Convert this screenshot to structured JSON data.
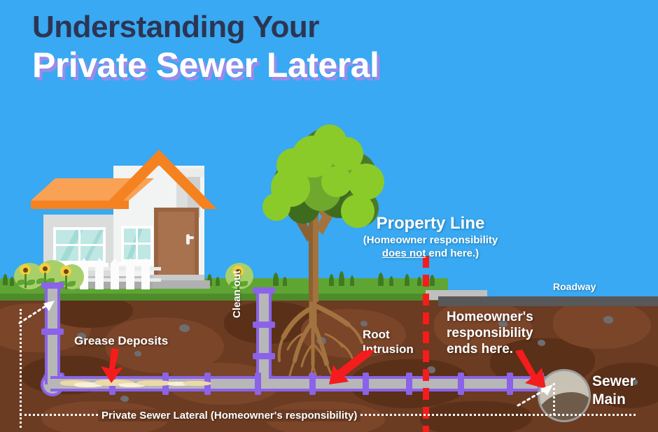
{
  "title": {
    "line1": "Understanding Your",
    "line2": "Private Sewer Lateral"
  },
  "colors": {
    "sky": "#38A9F2",
    "title_dark": "#2C3553",
    "title_light": "#FFFFFF",
    "title_shadow": "#9B8BE8",
    "dirt": "#6B3B22",
    "grass": "#5FA534",
    "pipe_outline": "#8A63E8",
    "pipe_fill": "#B7B7B8",
    "arrow_red": "#F41C1C",
    "property_line_red": "#F41C1C",
    "roof_orange": "#F58220",
    "roof_orange_light": "#F9A155",
    "road_gray": "#58585A",
    "curb_gray": "#BFBFBF",
    "grease": "#EDD9A8"
  },
  "labels": {
    "roadway": "Roadway",
    "property_line_title": "Property Line",
    "property_line_sub_pre": "(Homeowner responsibility",
    "property_line_sub_underline": "does not",
    "property_line_sub_post": " end here.)",
    "grease_deposits": "Grease Deposits",
    "clean_out": "Clean out",
    "root_intrusion_line1": "Root",
    "root_intrusion_line2": "Intrusion",
    "owner_end_line1": "Homeowner's",
    "owner_end_line2": "responsibility",
    "owner_end_line3": "ends here.",
    "sewer_main_line1": "Sewer",
    "sewer_main_line2": "Main",
    "private_lateral": "Private Sewer Lateral (Homeowner's responsibility)"
  },
  "icons": {
    "house": "house-icon",
    "tree": "tree-icon",
    "sewer_main": "sewer-main-icon",
    "arrow_grease": "red-arrow-down-icon",
    "arrow_root": "red-arrow-downleft-icon",
    "arrow_owner": "red-arrow-downright-icon",
    "dotted_pointer": "dotted-arrow-icon"
  }
}
